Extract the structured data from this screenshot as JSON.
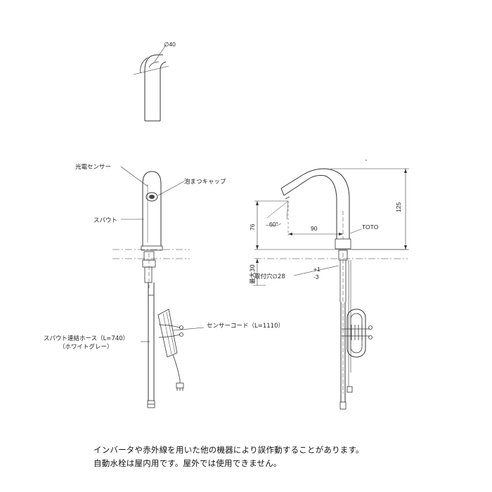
{
  "labels": {
    "top_diameter": "∅40",
    "sensor": "光電センサー",
    "aerator_cap": "泡まつキャップ",
    "spout": "スパウト",
    "spout_hose": "スパウト連結ホース（L=740）",
    "hose_color": "（ホワイトグレー）",
    "sensor_cord": "センサーコード（L=1110）",
    "brand": "TOTO",
    "max_thickness": "最大30",
    "mount_hole": "取付穴∅28",
    "tol_plus": "+1",
    "tol_minus": "-3"
  },
  "dimensions": {
    "height": "125",
    "spout_height": "76",
    "reach": "90",
    "angle": "60°"
  },
  "notes": [
    "インバータや赤外線を用いた他の機器により誤作動することがあります。",
    "自動水栓は屋内用です。屋外では使用できません。"
  ]
}
